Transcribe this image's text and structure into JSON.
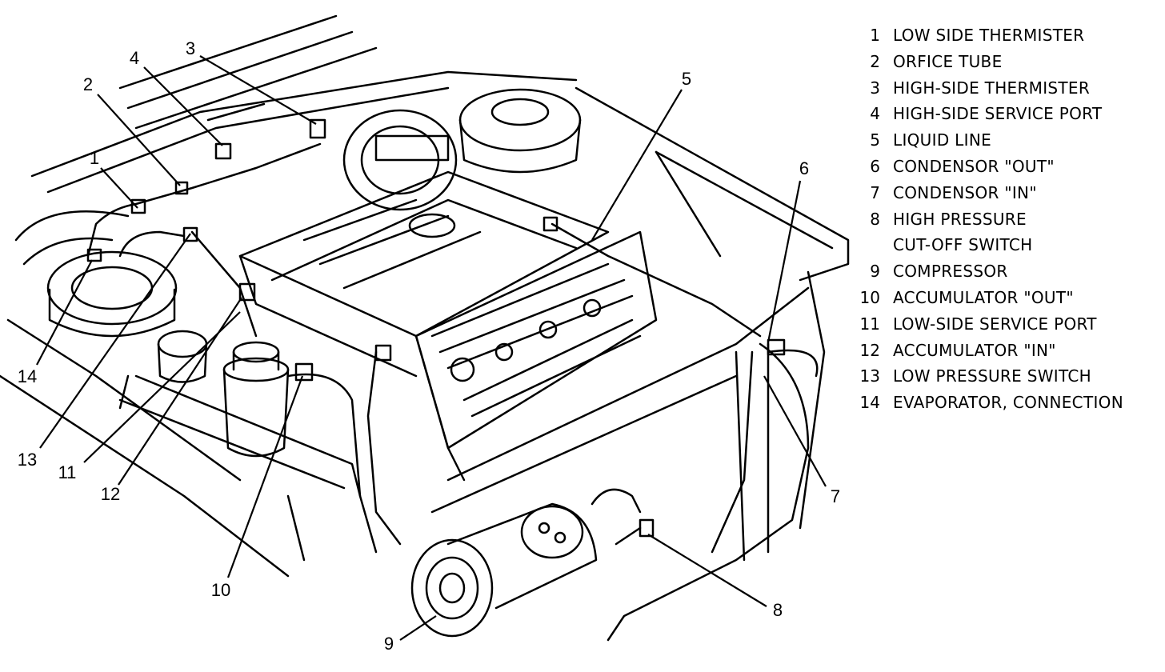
{
  "callouts": [
    "1",
    "2",
    "3",
    "4",
    "5",
    "6",
    "7",
    "8",
    "9",
    "10",
    "11",
    "12",
    "13",
    "14"
  ],
  "legend": [
    {
      "num": "1",
      "text": "LOW SIDE THERMISTER"
    },
    {
      "num": "2",
      "text": "ORFICE TUBE"
    },
    {
      "num": "3",
      "text": "HIGH-SIDE THERMISTER"
    },
    {
      "num": "4",
      "text": "HIGH-SIDE SERVICE PORT"
    },
    {
      "num": "5",
      "text": "LIQUID LINE"
    },
    {
      "num": "6",
      "text": "CONDENSOR \"OUT\""
    },
    {
      "num": "7",
      "text": "CONDENSOR \"IN\""
    },
    {
      "num": "8",
      "text": "HIGH PRESSURE"
    },
    {
      "num": "",
      "text": "CUT-OFF SWITCH"
    },
    {
      "num": "9",
      "text": "COMPRESSOR"
    },
    {
      "num": "10",
      "text": "ACCUMULATOR \"OUT\""
    },
    {
      "num": "11",
      "text": "LOW-SIDE SERVICE PORT"
    },
    {
      "num": "12",
      "text": "ACCUMULATOR \"IN\""
    },
    {
      "num": "13",
      "text": "LOW PRESSURE SWITCH"
    },
    {
      "num": "14",
      "text": "EVAPORATOR, CONNECTION"
    }
  ]
}
